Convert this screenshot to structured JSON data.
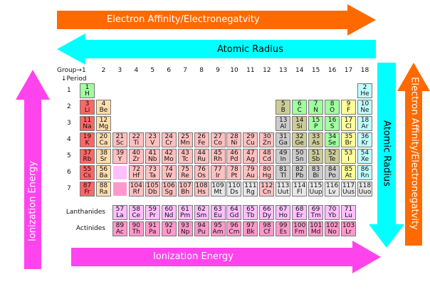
{
  "arrows": {
    "top_electron_affinity": "Electron Affinity/Electronegatvity",
    "top_atomic_radius": "Atomic Radius",
    "right_atomic_radius": "Atomic Radius",
    "right_electron_affinity": "Electron Affinity/Electronegatvity",
    "left_ionization": "Ionization Energy",
    "bottom_ionization": "Ionization Energy"
  },
  "colors": {
    "orange": "#ff6a00",
    "cyan": "#00ffff",
    "magenta": "#ff44ee",
    "alkali": "#ff6666",
    "alkaline": "#ffdead",
    "transition": "#ffc0c0",
    "lanthanide": "#ffbfff",
    "actinide": "#ff99cc",
    "post": "#cccccc",
    "metalloid": "#cccc99",
    "nonmetal": "#a0ffa0",
    "halogen": "#ffff99",
    "noble": "#c0ffff",
    "unknown": "#e8e8e8"
  },
  "axis": {
    "group_label": "Group→1",
    "period_label": "↓Period",
    "groups": [
      "2",
      "3",
      "4",
      "5",
      "6",
      "7",
      "8",
      "9",
      "10",
      "11",
      "12",
      "13",
      "14",
      "15",
      "16",
      "17",
      "18"
    ],
    "periods": [
      "1",
      "2",
      "3",
      "4",
      "5",
      "6",
      "7"
    ]
  },
  "series_labels": {
    "lanthanides": "Lanthanides",
    "actinides": "Actinides"
  },
  "elements": [
    [
      1,
      "H",
      1,
      1,
      "nonmetal"
    ],
    [
      2,
      "He",
      18,
      1,
      "noble"
    ],
    [
      3,
      "Li",
      1,
      2,
      "alkali"
    ],
    [
      4,
      "Be",
      2,
      2,
      "alkaline"
    ],
    [
      5,
      "B",
      13,
      2,
      "metalloid"
    ],
    [
      6,
      "C",
      14,
      2,
      "nonmetal"
    ],
    [
      7,
      "N",
      15,
      2,
      "nonmetal"
    ],
    [
      8,
      "O",
      16,
      2,
      "nonmetal"
    ],
    [
      9,
      "F",
      17,
      2,
      "halogen"
    ],
    [
      10,
      "Ne",
      18,
      2,
      "noble"
    ],
    [
      11,
      "Na",
      1,
      3,
      "alkali"
    ],
    [
      12,
      "Mg",
      2,
      3,
      "alkaline"
    ],
    [
      13,
      "Al",
      13,
      3,
      "post"
    ],
    [
      14,
      "Si",
      14,
      3,
      "metalloid"
    ],
    [
      15,
      "P",
      15,
      3,
      "nonmetal"
    ],
    [
      16,
      "S",
      16,
      3,
      "nonmetal"
    ],
    [
      17,
      "Cl",
      17,
      3,
      "halogen"
    ],
    [
      18,
      "Ar",
      18,
      3,
      "noble"
    ],
    [
      19,
      "K",
      1,
      4,
      "alkali"
    ],
    [
      20,
      "Ca",
      2,
      4,
      "alkaline"
    ],
    [
      21,
      "Sc",
      3,
      4,
      "transition"
    ],
    [
      22,
      "Ti",
      4,
      4,
      "transition"
    ],
    [
      23,
      "V",
      5,
      4,
      "transition"
    ],
    [
      24,
      "Cr",
      6,
      4,
      "transition"
    ],
    [
      25,
      "Mn",
      7,
      4,
      "transition"
    ],
    [
      26,
      "Fe",
      8,
      4,
      "transition"
    ],
    [
      27,
      "Co",
      9,
      4,
      "transition"
    ],
    [
      28,
      "Ni",
      10,
      4,
      "transition"
    ],
    [
      29,
      "Cu",
      11,
      4,
      "transition"
    ],
    [
      30,
      "Zn",
      12,
      4,
      "transition"
    ],
    [
      31,
      "Ga",
      13,
      4,
      "post"
    ],
    [
      32,
      "Ge",
      14,
      4,
      "metalloid"
    ],
    [
      33,
      "As",
      15,
      4,
      "metalloid"
    ],
    [
      34,
      "Se",
      16,
      4,
      "nonmetal"
    ],
    [
      35,
      "Br",
      17,
      4,
      "halogen"
    ],
    [
      36,
      "Kr",
      18,
      4,
      "noble"
    ],
    [
      37,
      "Rb",
      1,
      5,
      "alkali"
    ],
    [
      38,
      "Sr",
      2,
      5,
      "alkaline"
    ],
    [
      39,
      "Y",
      3,
      5,
      "transition"
    ],
    [
      40,
      "Zr",
      4,
      5,
      "transition"
    ],
    [
      41,
      "Nb",
      5,
      5,
      "transition"
    ],
    [
      42,
      "Mo",
      6,
      5,
      "transition"
    ],
    [
      43,
      "Tc",
      7,
      5,
      "transition"
    ],
    [
      44,
      "Ru",
      8,
      5,
      "transition"
    ],
    [
      45,
      "Rh",
      9,
      5,
      "transition"
    ],
    [
      46,
      "Pd",
      10,
      5,
      "transition"
    ],
    [
      47,
      "Ag",
      11,
      5,
      "transition"
    ],
    [
      48,
      "Cd",
      12,
      5,
      "transition"
    ],
    [
      49,
      "In",
      13,
      5,
      "post"
    ],
    [
      50,
      "Sn",
      14,
      5,
      "post"
    ],
    [
      51,
      "Sb",
      15,
      5,
      "metalloid"
    ],
    [
      52,
      "Te",
      16,
      5,
      "metalloid"
    ],
    [
      53,
      "I",
      17,
      5,
      "halogen"
    ],
    [
      54,
      "Xe",
      18,
      5,
      "noble"
    ],
    [
      55,
      "Cs",
      1,
      6,
      "alkali"
    ],
    [
      56,
      "Ba",
      2,
      6,
      "alkaline"
    ],
    [
      0,
      "",
      3,
      6,
      "lanthanide"
    ],
    [
      72,
      "Hf",
      4,
      6,
      "transition"
    ],
    [
      73,
      "Ta",
      5,
      6,
      "transition"
    ],
    [
      74,
      "W",
      6,
      6,
      "transition"
    ],
    [
      75,
      "Re",
      7,
      6,
      "transition"
    ],
    [
      76,
      "Os",
      8,
      6,
      "transition"
    ],
    [
      77,
      "Ir",
      9,
      6,
      "transition"
    ],
    [
      78,
      "Pt",
      10,
      6,
      "transition"
    ],
    [
      79,
      "Au",
      11,
      6,
      "transition"
    ],
    [
      80,
      "Hg",
      12,
      6,
      "transition"
    ],
    [
      81,
      "Tl",
      13,
      6,
      "post"
    ],
    [
      82,
      "Pb",
      14,
      6,
      "post"
    ],
    [
      83,
      "Bi",
      15,
      6,
      "post"
    ],
    [
      84,
      "Po",
      16,
      6,
      "post"
    ],
    [
      85,
      "At",
      17,
      6,
      "halogen"
    ],
    [
      86,
      "Rn",
      18,
      6,
      "noble"
    ],
    [
      87,
      "Fr",
      1,
      7,
      "alkali"
    ],
    [
      88,
      "Ra",
      2,
      7,
      "alkaline"
    ],
    [
      0,
      "",
      3,
      7,
      "actinide"
    ],
    [
      104,
      "Rf",
      4,
      7,
      "transition"
    ],
    [
      105,
      "Db",
      5,
      7,
      "transition"
    ],
    [
      106,
      "Sg",
      6,
      7,
      "transition"
    ],
    [
      107,
      "Bh",
      7,
      7,
      "transition"
    ],
    [
      108,
      "Hs",
      8,
      7,
      "transition"
    ],
    [
      109,
      "Mt",
      9,
      7,
      "unknown"
    ],
    [
      110,
      "Ds",
      10,
      7,
      "unknown"
    ],
    [
      111,
      "Rg",
      11,
      7,
      "unknown"
    ],
    [
      112,
      "Cn",
      12,
      7,
      "transition"
    ],
    [
      113,
      "Uut",
      13,
      7,
      "unknown"
    ],
    [
      114,
      "Fl",
      14,
      7,
      "unknown"
    ],
    [
      115,
      "Uup",
      15,
      7,
      "unknown"
    ],
    [
      116,
      "Lv",
      16,
      7,
      "unknown"
    ],
    [
      117,
      "Uus",
      17,
      7,
      "unknown"
    ],
    [
      118,
      "Uuo",
      18,
      7,
      "unknown"
    ],
    [
      57,
      "La",
      3,
      9,
      "lanthanide"
    ],
    [
      58,
      "Ce",
      4,
      9,
      "lanthanide"
    ],
    [
      59,
      "Pr",
      5,
      9,
      "lanthanide"
    ],
    [
      60,
      "Nd",
      6,
      9,
      "lanthanide"
    ],
    [
      61,
      "Pm",
      7,
      9,
      "lanthanide"
    ],
    [
      62,
      "Sm",
      8,
      9,
      "lanthanide"
    ],
    [
      63,
      "Eu",
      9,
      9,
      "lanthanide"
    ],
    [
      64,
      "Gd",
      10,
      9,
      "lanthanide"
    ],
    [
      65,
      "Tb",
      11,
      9,
      "lanthanide"
    ],
    [
      66,
      "Dy",
      12,
      9,
      "lanthanide"
    ],
    [
      67,
      "Ho",
      13,
      9,
      "lanthanide"
    ],
    [
      68,
      "Er",
      14,
      9,
      "lanthanide"
    ],
    [
      69,
      "Tm",
      15,
      9,
      "lanthanide"
    ],
    [
      70,
      "Yb",
      16,
      9,
      "lanthanide"
    ],
    [
      71,
      "Lu",
      17,
      9,
      "lanthanide"
    ],
    [
      89,
      "Ac",
      3,
      10,
      "actinide"
    ],
    [
      90,
      "Th",
      4,
      10,
      "actinide"
    ],
    [
      91,
      "Pa",
      5,
      10,
      "actinide"
    ],
    [
      92,
      "U",
      6,
      10,
      "actinide"
    ],
    [
      93,
      "Np",
      7,
      10,
      "actinide"
    ],
    [
      94,
      "Pu",
      8,
      10,
      "actinide"
    ],
    [
      95,
      "Am",
      9,
      10,
      "actinide"
    ],
    [
      96,
      "Cm",
      10,
      10,
      "actinide"
    ],
    [
      97,
      "Bk",
      11,
      10,
      "actinide"
    ],
    [
      98,
      "Cf",
      12,
      10,
      "actinide"
    ],
    [
      99,
      "Es",
      13,
      10,
      "actinide"
    ],
    [
      100,
      "Fm",
      14,
      10,
      "actinide"
    ],
    [
      101,
      "Md",
      15,
      10,
      "actinide"
    ],
    [
      102,
      "No",
      16,
      10,
      "actinide"
    ],
    [
      103,
      "Lr",
      17,
      10,
      "actinide"
    ]
  ]
}
